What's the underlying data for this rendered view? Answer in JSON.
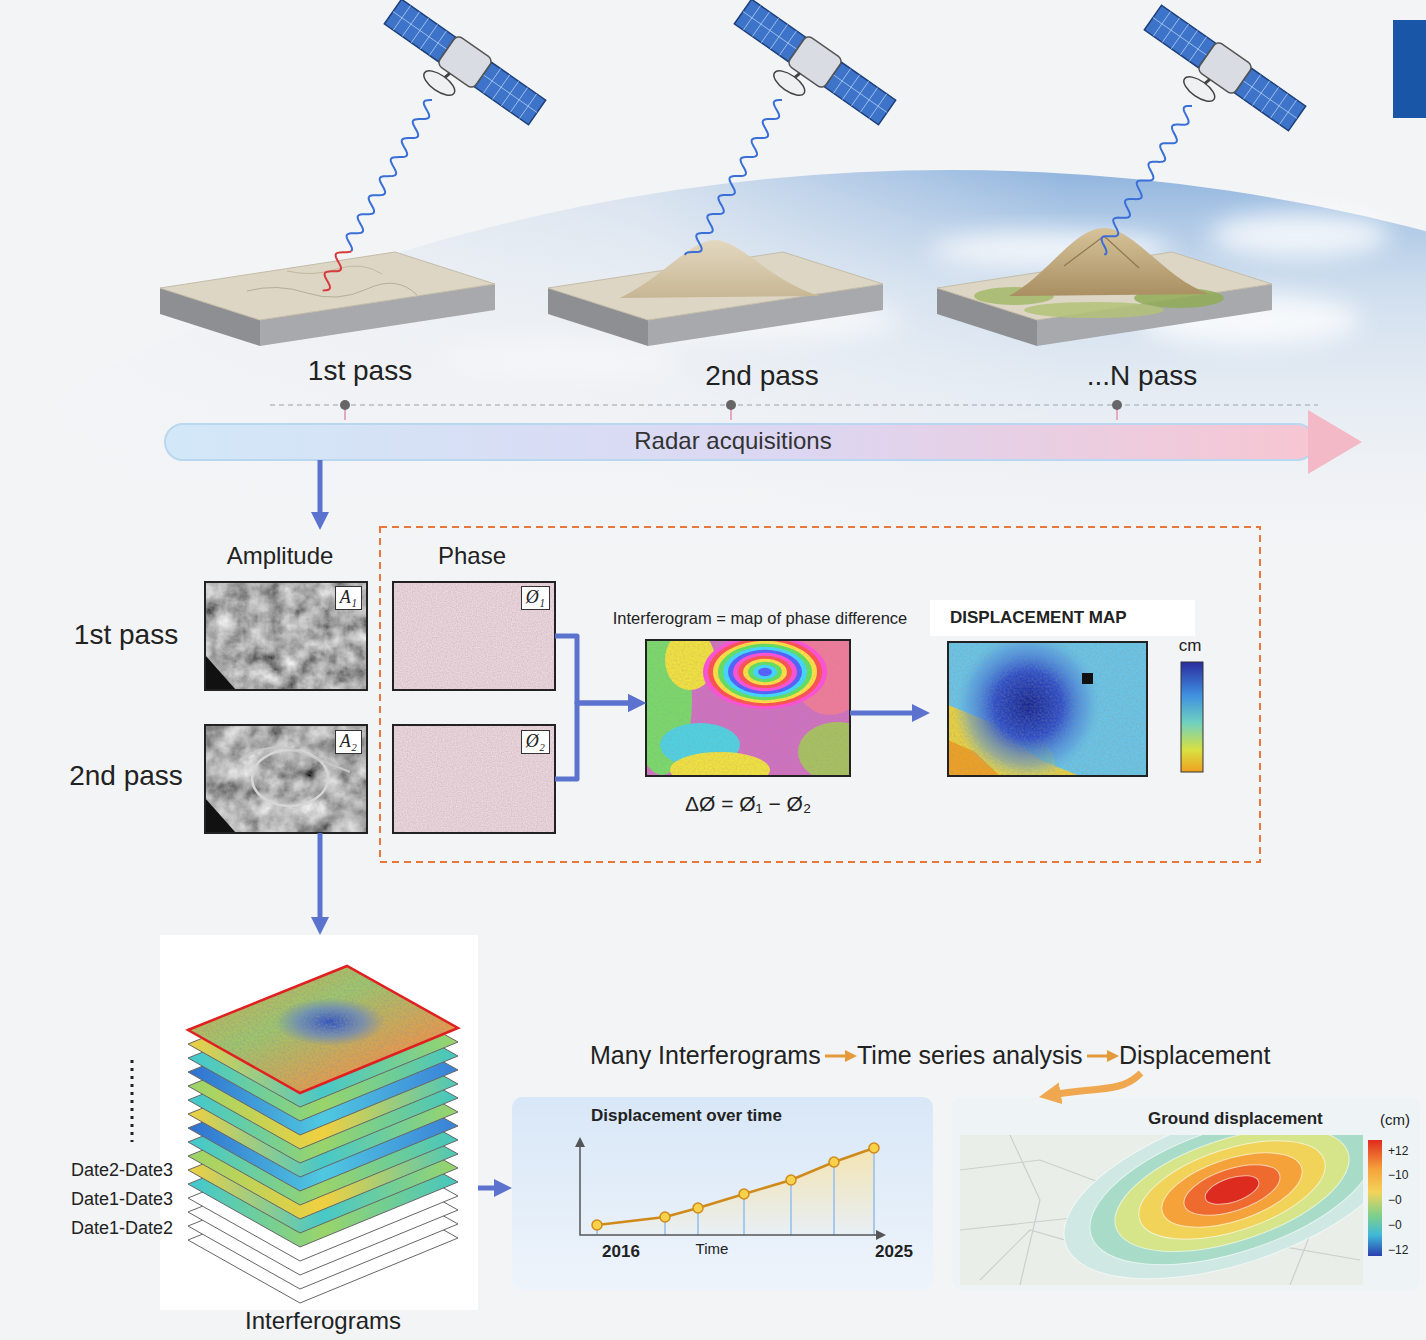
{
  "diagram": {
    "nodes": [
      {
        "text": [
          "Radar acquisitions"
        ]
      },
      {
        "text": [
          "Amplitude",
          "A₁"
        ]
      },
      {
        "text": [
          "Phase",
          "Ø₁"
        ]
      },
      {
        "text": [
          "A₂"
        ]
      },
      {
        "text": [
          "Ø₂"
        ]
      },
      {
        "text": [
          "Interferogram = map of phase difference",
          "ΔØ = Ø₁ − Ø₂"
        ]
      },
      {
        "text": [
          "DISPLACEMENT MAP",
          "cm"
        ]
      },
      {
        "text": [
          "Interferograms"
        ]
      },
      {
        "text": [
          "Many Interferograms"
        ]
      },
      {
        "text": [
          "Time series analysis"
        ]
      },
      {
        "text": [
          "Displacement"
        ]
      },
      {
        "text": [
          "Displacement over time",
          "2016",
          "Time",
          "2025"
        ]
      },
      {
        "text": [
          "Ground displacement",
          "(cm)",
          "+12",
          "−10",
          "−0",
          "−0",
          "−12"
        ]
      }
    ],
    "edges": [
      {
        "from": 0,
        "to": 1,
        "arrow": "to"
      },
      {
        "from": 2,
        "to": 5,
        "arrow": "to"
      },
      {
        "from": 4,
        "to": 5,
        "arrow": "to"
      },
      {
        "from": 5,
        "to": 6,
        "arrow": "to"
      },
      {
        "from": 3,
        "to": 7,
        "arrow": "to"
      },
      {
        "from": 7,
        "to": 11,
        "arrow": "to"
      },
      {
        "from": 8,
        "to": 9,
        "arrow": "to"
      },
      {
        "from": 9,
        "to": 10,
        "arrow": "to"
      },
      {
        "from": 10,
        "to": 12,
        "arrow": "to"
      }
    ],
    "labels": [
      "1st pass",
      "2nd pass",
      "...N pass",
      "1st pass",
      "2nd pass",
      "Date2-Date3",
      "Date1-Date3",
      "Date1-Date2"
    ]
  }
}
